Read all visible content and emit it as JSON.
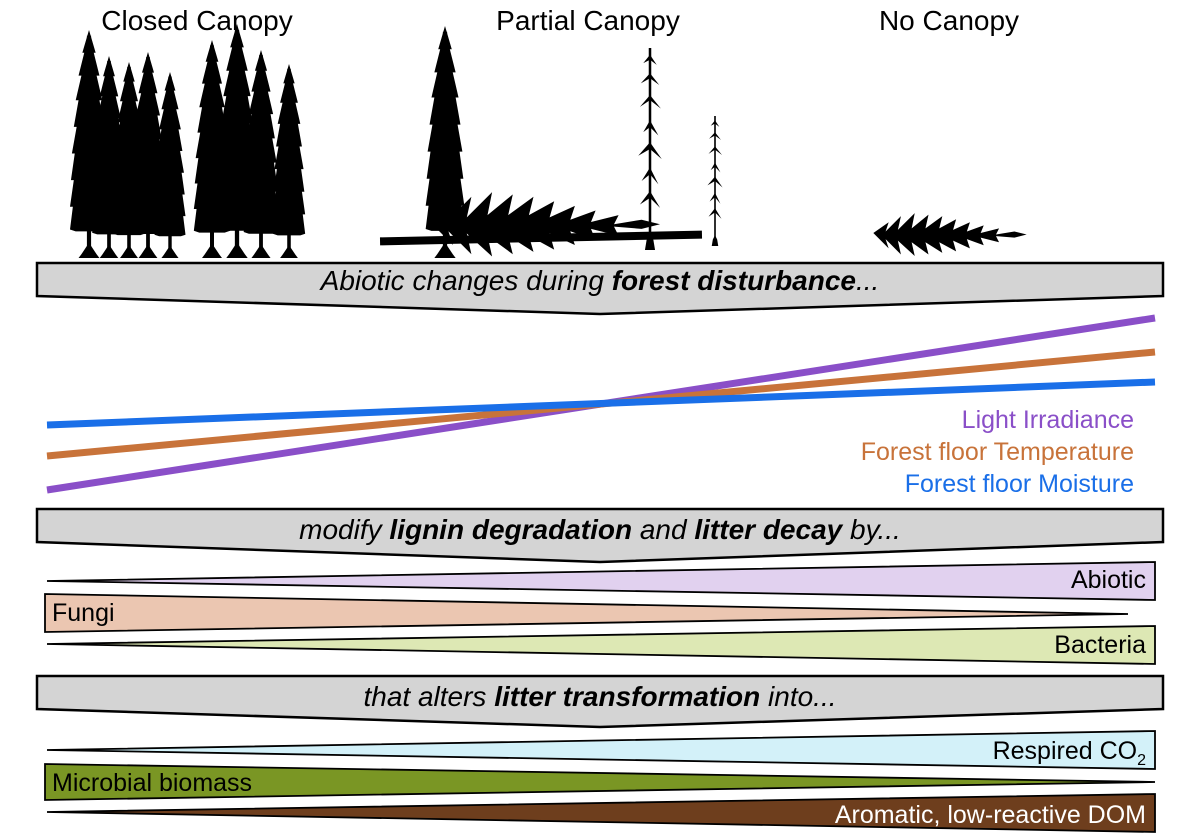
{
  "headings": {
    "closed": "Closed Canopy",
    "partial": "Partial Canopy",
    "none": "No Canopy"
  },
  "banners": [
    {
      "parts": [
        {
          "text": "Abiotic changes during ",
          "bold": false
        },
        {
          "text": "forest disturbance",
          "bold": true
        },
        {
          "text": "...",
          "bold": false
        }
      ]
    },
    {
      "parts": [
        {
          "text": "modify ",
          "bold": false
        },
        {
          "text": "lignin degradation",
          "bold": true
        },
        {
          "text": " and ",
          "bold": false
        },
        {
          "text": "litter decay",
          "bold": true
        },
        {
          "text": " by...",
          "bold": false
        }
      ]
    },
    {
      "parts": [
        {
          "text": "that alters ",
          "bold": false
        },
        {
          "text": "litter transformation",
          "bold": true
        },
        {
          "text": " into...",
          "bold": false
        }
      ]
    }
  ],
  "trends": [
    {
      "label": "Light Irradiance",
      "color": "#8a4fc8"
    },
    {
      "label": "Forest floor Temperature",
      "color": "#c8733a"
    },
    {
      "label": "Forest floor Moisture",
      "color": "#1a6fe8"
    }
  ],
  "decay_agents": [
    {
      "label": "Abiotic",
      "color": "#e1d1ef"
    },
    {
      "label": "Fungi",
      "color": "#ebc6b1"
    },
    {
      "label": "Bacteria",
      "color": "#dde8b4"
    }
  ],
  "products": [
    {
      "label": "Respired CO",
      "sub": "2",
      "color": "#d3f1f9",
      "text_color": "#000000"
    },
    {
      "label": "Microbial biomass",
      "sub": "",
      "color": "#7a9624",
      "text_color": "#000000"
    },
    {
      "label": "Aromatic, low-reactive DOM",
      "sub": "",
      "color": "#6e3e1d",
      "text_color": "#ffffff"
    }
  ],
  "colors": {
    "banner_fill": "#d4d4d4",
    "silhouette": "#000000"
  },
  "icons": {
    "trees": "conifer-silhouette",
    "fallen": "fallen-log-silhouette"
  }
}
